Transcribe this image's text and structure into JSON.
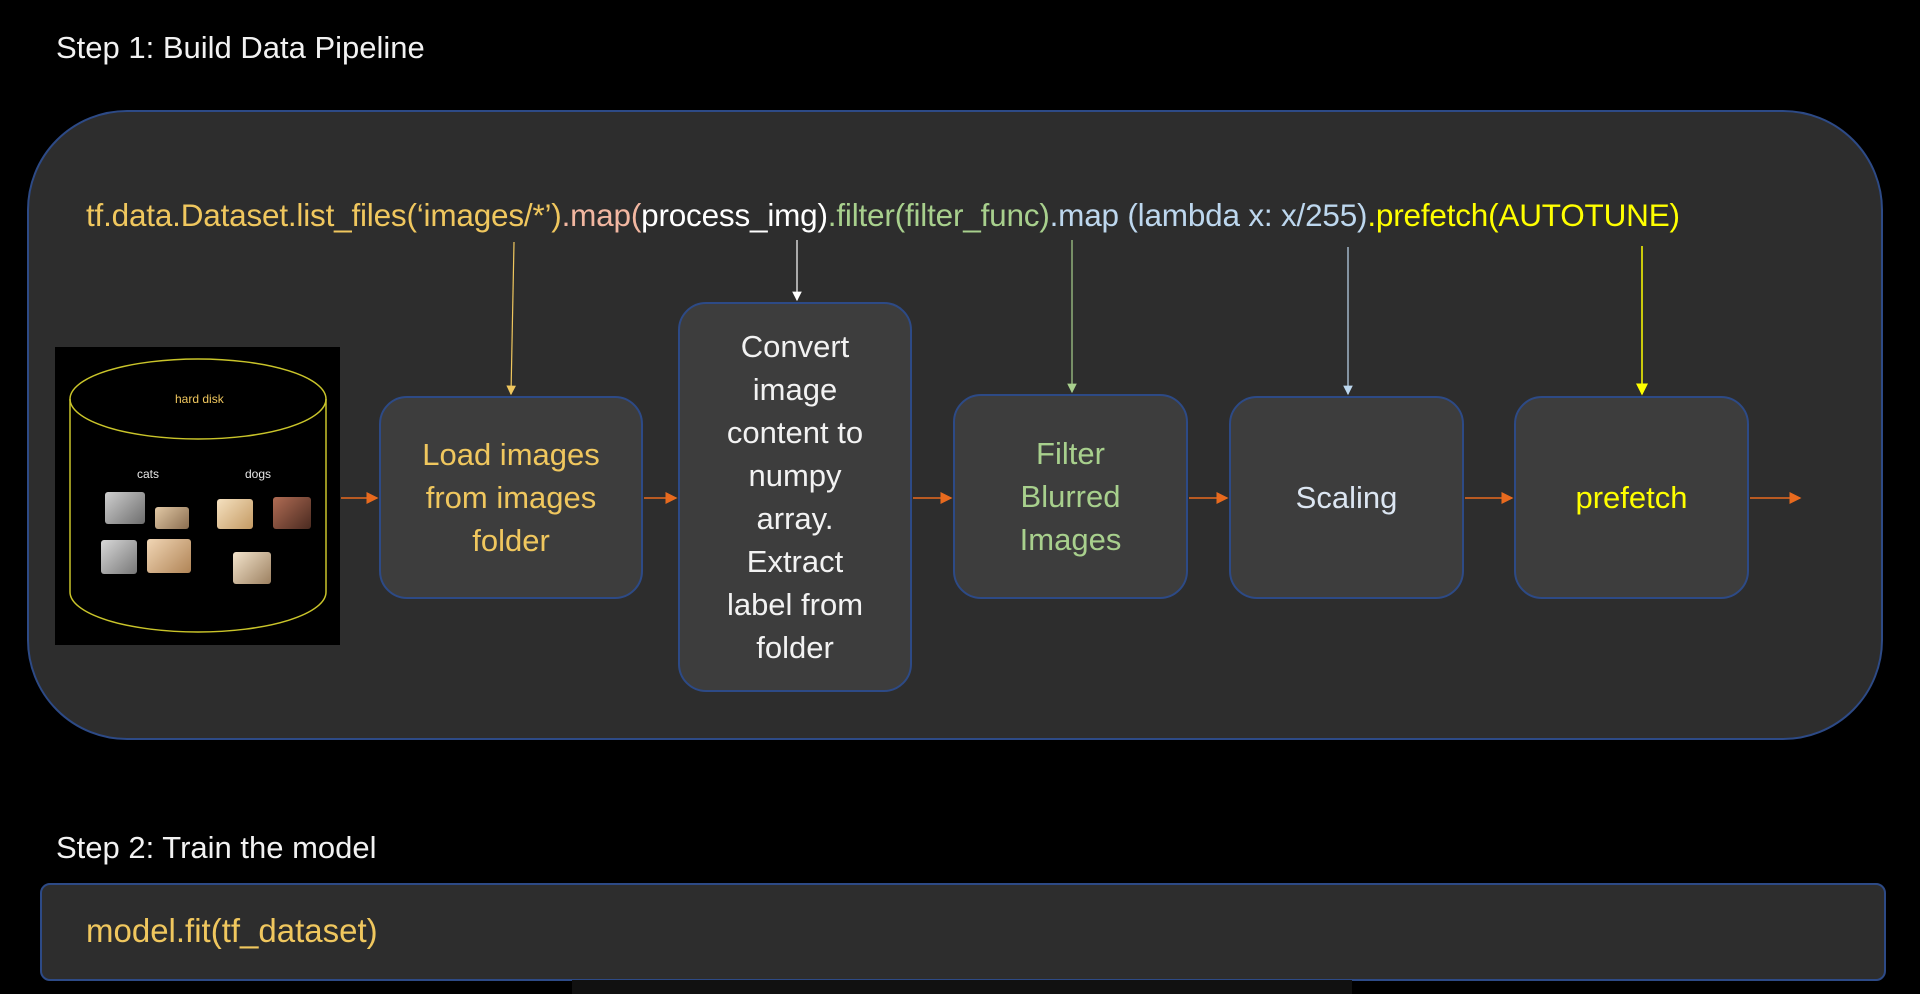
{
  "step1": {
    "title": "Step 1: Build Data Pipeline"
  },
  "step2": {
    "title": "Step 2: Train the model"
  },
  "code": {
    "segments": [
      {
        "text": "tf.data.Dataset.list_files(‘images/*’)",
        "color": "#f0c75e"
      },
      {
        "text": ".map(",
        "color": "#f2b7a1"
      },
      {
        "text": "process_img)",
        "color": "#ffffff"
      },
      {
        "text": ".filter(filter_func)",
        "color": "#a8d08d"
      },
      {
        "text": ".map (lambda x: x/255)",
        "color": "#bdd7ee"
      },
      {
        "text": ".prefetch(AUTOTUNE)",
        "color": "#ffff00"
      }
    ]
  },
  "disk": {
    "label": "hard disk",
    "cats_label": "cats",
    "dogs_label": "dogs"
  },
  "boxes": {
    "load": {
      "label": "Load images\nfrom images\nfolder",
      "color": "#f0c75e"
    },
    "convert": {
      "label": "Convert\nimage\ncontent to\nnumpy\narray.\nExtract\nlabel from\nfolder",
      "color": "#f2f2f2"
    },
    "filter": {
      "label": "Filter\nBlurred\nImages",
      "color": "#a8d08d"
    },
    "scaling": {
      "label": "Scaling",
      "color": "#dce6f2"
    },
    "prefetch": {
      "label": "prefetch",
      "color": "#ffff00"
    }
  },
  "model": {
    "code": "model.fit(tf_dataset)"
  },
  "colors": {
    "flow_arrow": "#e86a1e",
    "border": "#2d4a86",
    "panel": "#2d2d2d"
  }
}
